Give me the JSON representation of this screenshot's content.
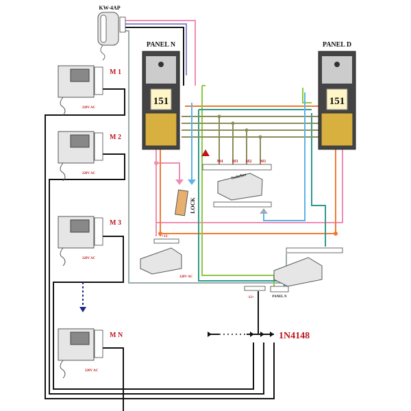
{
  "handset": {
    "model": "KW-4AP"
  },
  "panels": [
    {
      "title": "PANEL N",
      "display": "151"
    },
    {
      "title": "PANEL D",
      "display": "151"
    }
  ],
  "monitors": [
    {
      "label": "M 1",
      "power": "220V AC"
    },
    {
      "label": "M 2",
      "power": "220V AC"
    },
    {
      "label": "M 3",
      "power": "220V AC"
    },
    {
      "label": "M N",
      "power": "220V AC"
    }
  ],
  "switcher": {
    "label": "Switcher",
    "outputs": [
      "M4",
      "M3",
      "M2",
      "M1"
    ]
  },
  "lock": {
    "label": "LOCK"
  },
  "power_supply": {
    "voltage_label": "+12-",
    "mains_label": "220V AC"
  },
  "bottom_terminal": {
    "label": "PANEL N",
    "voltage_label": "-12+"
  },
  "diode": {
    "label": "1N4148"
  },
  "colors": {
    "wire_black": "#111111",
    "wire_pink": "#f08cb4",
    "wire_orange": "#f07830",
    "wire_green": "#8cc83c",
    "wire_teal": "#2a9a8a",
    "wire_olive": "#8c8c5a",
    "wire_lightblue": "#5ab4e6",
    "label_red": "#c0141c",
    "arrow_navy": "#1a2a8c"
  }
}
